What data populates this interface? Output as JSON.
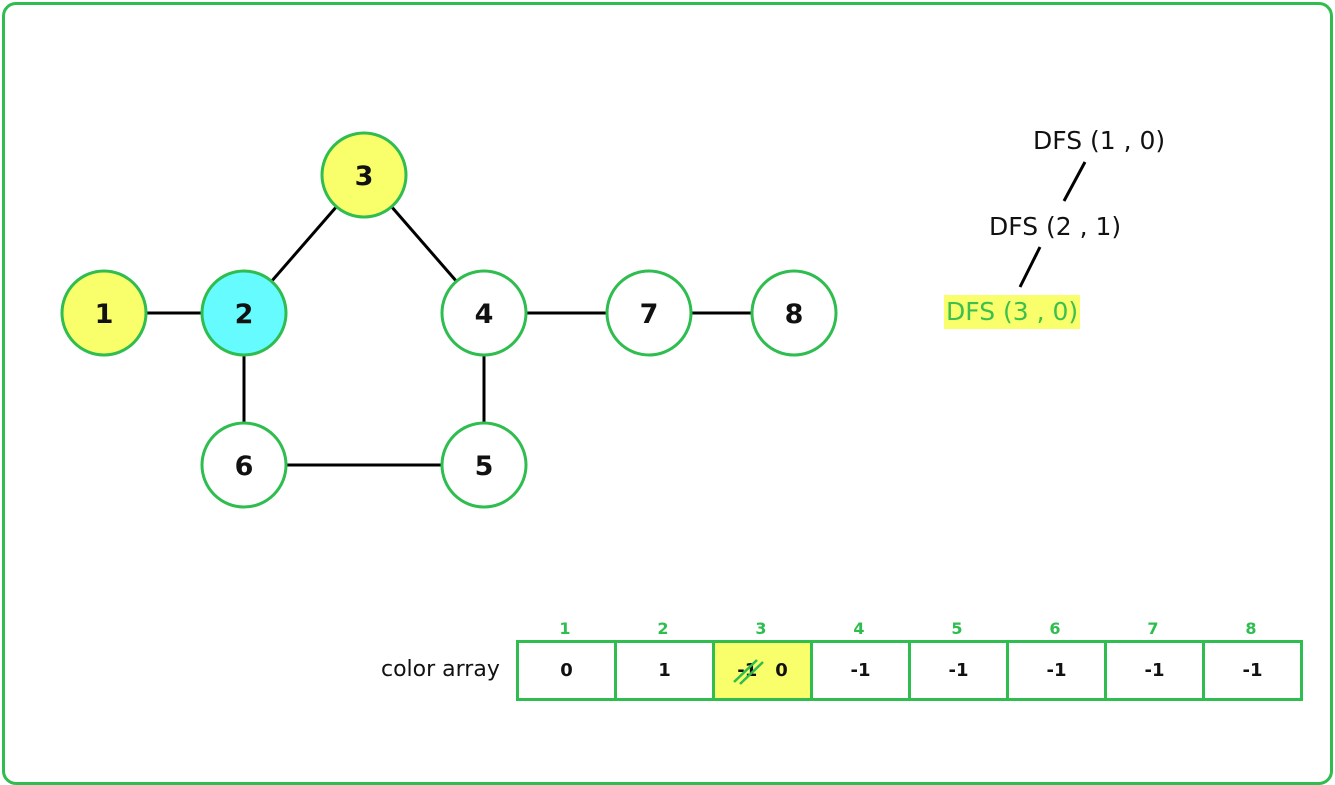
{
  "graph": {
    "nodes": [
      {
        "id": "1",
        "label": "1",
        "fill": "#f8ff6b"
      },
      {
        "id": "2",
        "label": "2",
        "fill": "#66fbff"
      },
      {
        "id": "3",
        "label": "3",
        "fill": "#f8ff6b"
      },
      {
        "id": "4",
        "label": "4",
        "fill": "#ffffff"
      },
      {
        "id": "5",
        "label": "5",
        "fill": "#ffffff"
      },
      {
        "id": "6",
        "label": "6",
        "fill": "#ffffff"
      },
      {
        "id": "7",
        "label": "7",
        "fill": "#ffffff"
      },
      {
        "id": "8",
        "label": "8",
        "fill": "#ffffff"
      }
    ],
    "edges": [
      [
        "1",
        "2"
      ],
      [
        "2",
        "3"
      ],
      [
        "3",
        "4"
      ],
      [
        "2",
        "6"
      ],
      [
        "4",
        "5"
      ],
      [
        "6",
        "5"
      ],
      [
        "4",
        "7"
      ],
      [
        "7",
        "8"
      ]
    ],
    "node_stroke": "#2ebd4e",
    "edge_color": "#000000"
  },
  "call_tree": [
    {
      "id": "call-1",
      "label": "DFS (1 , 0)",
      "highlighted": false
    },
    {
      "id": "call-2",
      "label": "DFS (2 , 1)",
      "highlighted": false
    },
    {
      "id": "call-3",
      "label": "DFS (3 , 0)",
      "highlighted": true
    }
  ],
  "color_array": {
    "label": "color array",
    "indices": [
      "1",
      "2",
      "3",
      "4",
      "5",
      "6",
      "7",
      "8"
    ],
    "values": [
      "0",
      "1",
      "0",
      "-1",
      "-1",
      "-1",
      "-1",
      "-1"
    ],
    "updated_index": 2,
    "previous_value": "-1"
  },
  "colors": {
    "accent": "#2ebd4e",
    "highlight": "#f8ff6b",
    "current": "#66fbff"
  }
}
